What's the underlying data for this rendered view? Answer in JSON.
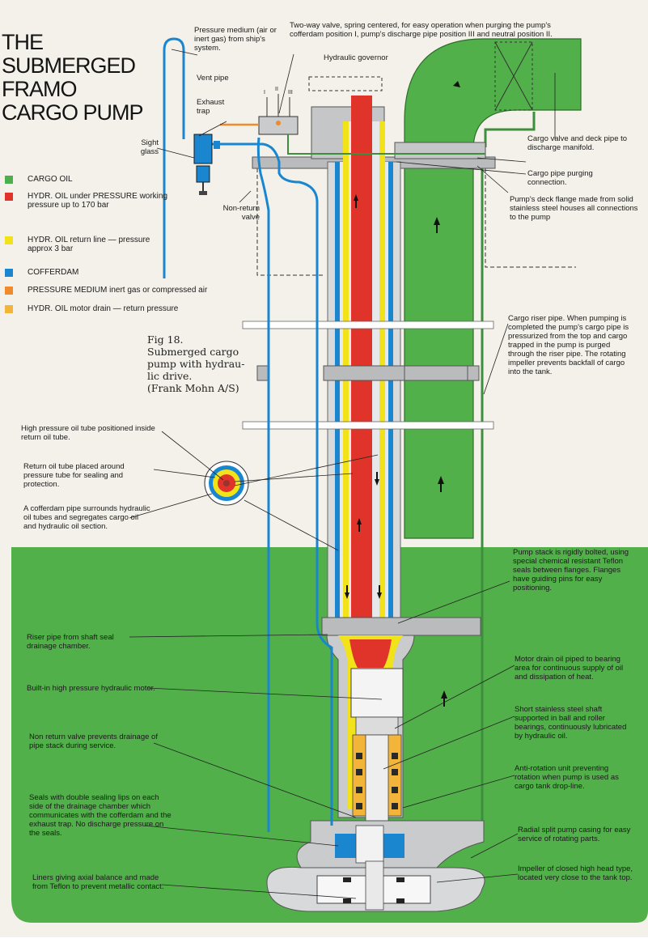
{
  "title": {
    "lines": [
      "THE",
      "SUBMERGED",
      "FRAMO",
      "CARGO PUMP"
    ]
  },
  "legend": [
    {
      "label": "CARGO OIL",
      "color": "#4cae4c"
    },
    {
      "label": "HYDR. OIL under PRESSURE working pressure up to 170 bar",
      "color": "#e0342a"
    },
    {
      "label": "HYDR. OIL return line — pressure approx 3 bar",
      "color": "#f2e21a"
    },
    {
      "label": "COFFERDAM",
      "color": "#1a86d0"
    },
    {
      "label": "PRESSURE MEDIUM inert gas or compressed air",
      "color": "#f08a2a"
    },
    {
      "label": "HYDR. OIL motor drain — return pressure",
      "color": "#f3b43a"
    }
  ],
  "figure_caption": {
    "lines": [
      "Fig 18.",
      "Submerged cargo",
      "pump with hydrau-",
      "lic drive.",
      "(Frank Mohn A/S)"
    ]
  },
  "callouts": {
    "pressure_medium": "Pressure medium (air or inert gas) from ship's system.",
    "two_way_valve": "Two-way valve, spring centered, for easy operation when purging the pump's cofferdam position I, pump's discharge pipe position III and neutral position II.",
    "hydraulic_governor": "Hydraulic governor",
    "vent_pipe": "Vent pipe",
    "exhaust_trap": "Exhaust trap",
    "sight_glass": "Sight glass",
    "non_return_valve": "Non-return valve",
    "cargo_valve": "Cargo valve and deck pipe to discharge manifold.",
    "cargo_pipe_purging": "Cargo pipe purging connection.",
    "deck_flange": "Pump's deck flange made from solid stainless steel houses all connections to the pump",
    "cargo_riser": "Cargo riser pipe. When pumping is completed the pump's cargo pipe is pressurized from the top and cargo trapped in the pump is purged through the riser pipe. The rotating impeller prevents backfall of cargo into the tank.",
    "high_pressure_tube": "High pressure oil tube positioned inside return oil tube.",
    "return_tube": "Return oil tube placed around pressure tube for sealing and protection.",
    "cofferdam_pipe": "A cofferdam pipe surrounds hydraulic oil tubes and segregates cargo oil and hydraulic oil section.",
    "pump_stack": "Pump stack is rigidly bolted, using special chemical resistant Teflon seals between flanges. Flanges have guiding pins for easy positioning.",
    "riser_pipe_shaft": "Riser pipe from shaft seal drainage chamber.",
    "motor_drain": "Motor drain oil piped to bearing area for continuous supply of oil and dissipation of heat.",
    "hydraulic_motor": "Built-in high pressure hydraulic motor.",
    "stainless_shaft": "Short stainless steel shaft supported in ball and roller bearings, continuously lubricated by hydraulic oil.",
    "non_return_stack": "Non return valve prevents drainage of pipe stack during service.",
    "anti_rotation": "Anti-rotation unit preventing rotation when pump is used as cargo tank drop-line.",
    "seals": "Seals with double sealing lips on each side of the drainage chamber which communicates with the cofferdam and the exhaust trap. No discharge pressure on the seals.",
    "radial_split": "Radial split pump casing for easy service of rotating parts.",
    "liners": "Liners giving axial balance and made from Teflon to prevent metallic contact.",
    "impeller": "Impeller of closed high head type, located very close to the tank top."
  },
  "valve_positions": [
    "I",
    "II",
    "III"
  ]
}
